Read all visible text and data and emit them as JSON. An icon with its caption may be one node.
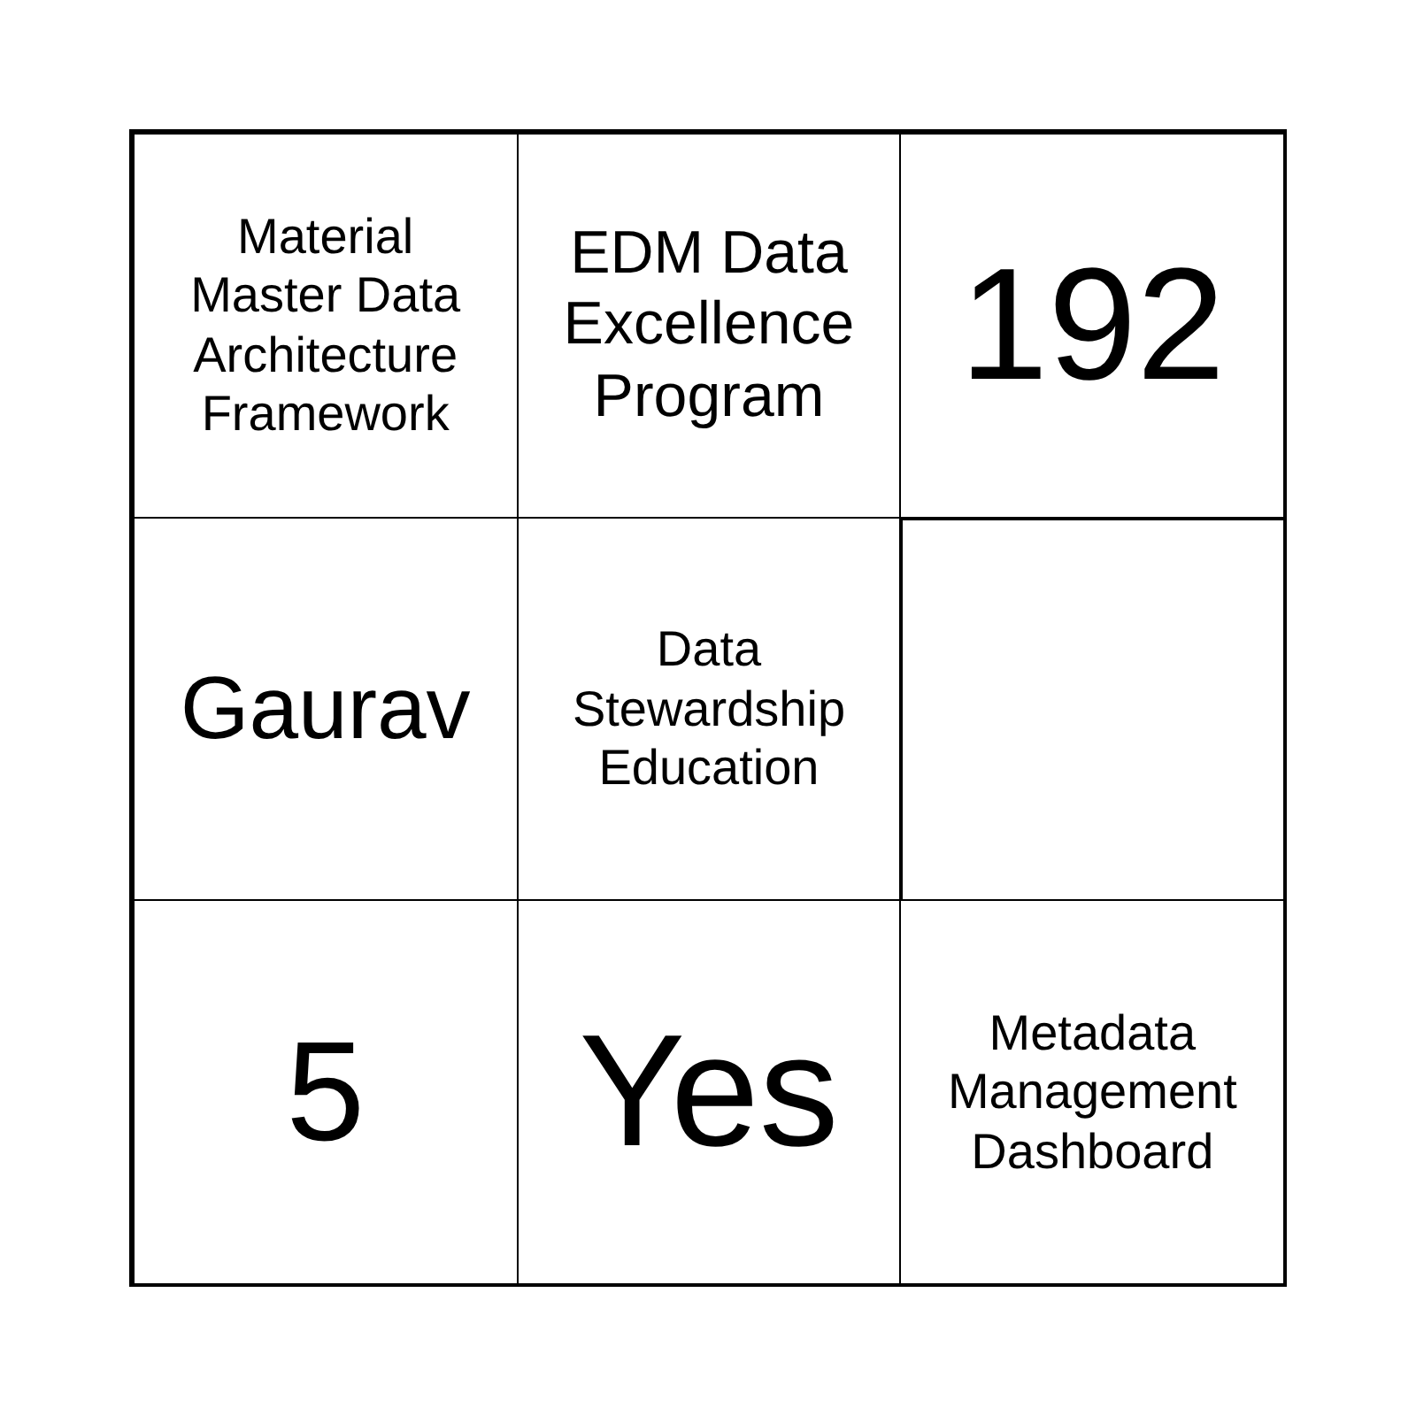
{
  "diagram": {
    "nodes": [
      {
        "text": [
          "Material Master Data Architecture Framework"
        ]
      },
      {
        "text": [
          "EDM Data Excellence Program"
        ]
      },
      {
        "text": [
          "192"
        ]
      },
      {
        "text": [
          "Gaurav"
        ]
      },
      {
        "text": [
          "Data Stewardship Education"
        ]
      },
      {
        "text": [],
        "shape": "box"
      },
      {
        "text": [
          "5"
        ]
      },
      {
        "text": [
          "Yes"
        ]
      },
      {
        "text": [
          "Metadata Management Dashboard"
        ]
      }
    ]
  }
}
